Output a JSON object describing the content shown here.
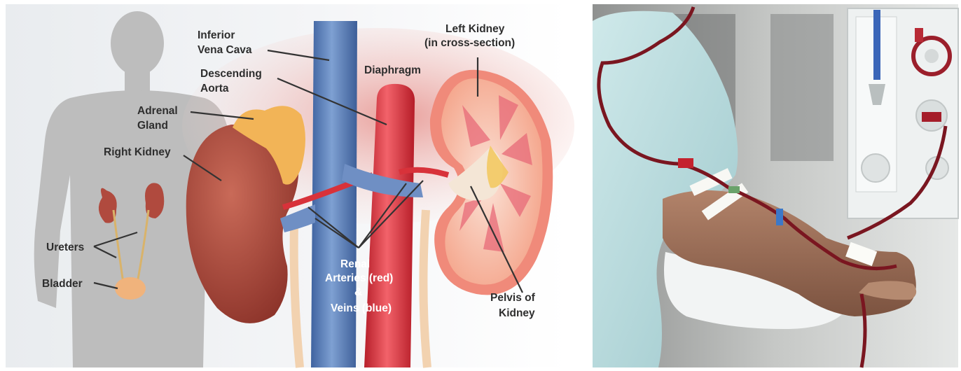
{
  "anatomy": {
    "labels": {
      "inferior_vena_cava": [
        "Inferior",
        "Vena Cava"
      ],
      "descending_aorta": [
        "Descending",
        "Aorta"
      ],
      "diaphragm": "Diaphragm",
      "left_kidney": [
        "Left Kidney",
        "(in cross-section)"
      ],
      "adrenal_gland": [
        "Adrenal",
        "Gland"
      ],
      "right_kidney": "Right Kidney",
      "ureters": "Ureters",
      "bladder": "Bladder",
      "renal_vessels": [
        "Renal",
        "Arteries (red)",
        "&",
        "Veins (blue)"
      ],
      "pelvis_of_kidney": [
        "Pelvis of",
        "Kidney"
      ]
    },
    "colors": {
      "vein_blue": "#5b7fb6",
      "artery_red": "#d8323a",
      "kidney_brown": "#a8473a",
      "adrenal_orange": "#f2b457",
      "silhouette_gray": "#bdbdbd"
    }
  },
  "photo": {
    "subject": "Dialysis patient arm with blood lines connected to machine",
    "colors": {
      "gown": "#b9dde0",
      "skin": "#9a6b52",
      "blood_line": "#7a1620",
      "machine": "#e8ecec"
    }
  }
}
